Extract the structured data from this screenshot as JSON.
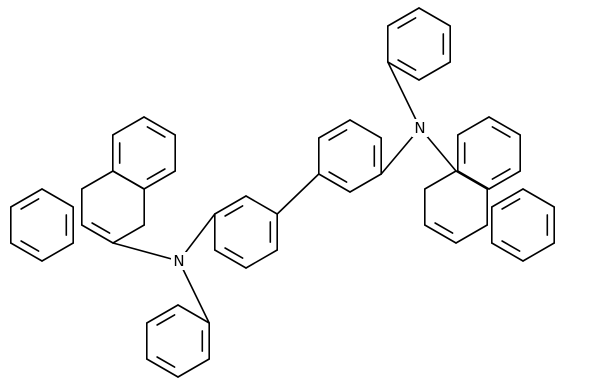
{
  "molecule": {
    "atoms": [
      {
        "id": "N1",
        "label": "N"
      },
      {
        "id": "N2",
        "label": "N"
      }
    ]
  }
}
